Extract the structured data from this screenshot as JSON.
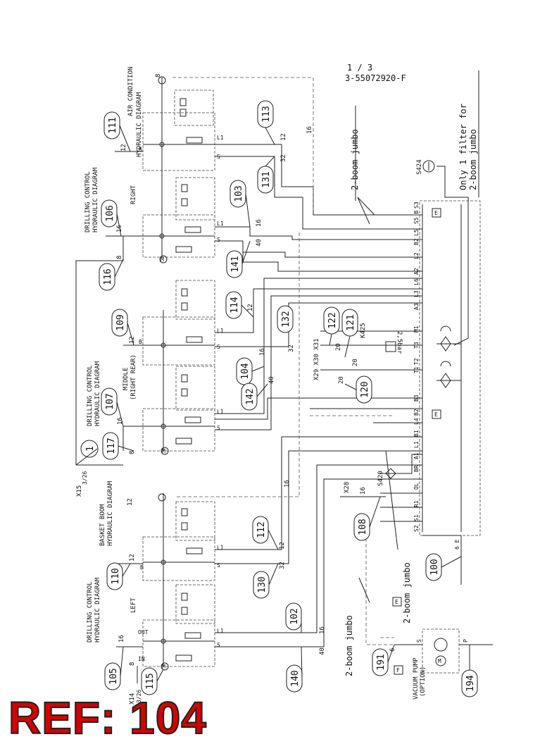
{
  "header": {
    "sheet": "1 / 3",
    "drawing_number": "3-55072920-F"
  },
  "notes": {
    "filter_line1": "Only 1 filter for",
    "filter_line2": "2-boom jumbo",
    "jumbo_top": "2-boom jumbo",
    "jumbo_bottom_a": "2-boom jumbo",
    "jumbo_bottom_b": "2-boom jumbo"
  },
  "sections": {
    "air_condition_1": "AIR CONDITION",
    "air_condition_2": "HYDRAULIC DIAGRAM",
    "drill_right_1": "DRILLING CONTROL",
    "drill_right_2": "HYDRAULIC DIAGRAM",
    "right": "RIGHT",
    "drill_middle_1": "DRILLING CONTROL",
    "drill_middle_2": "HYDRAULIC DIAGRAM",
    "middle": "MIDDLE",
    "right_rear": "(RIGHT REAR)",
    "basket_1": "BASKET BOOM",
    "basket_2": "HYDRAULIC DIAGRAM",
    "drill_left_1": "DRILLING CONTROL",
    "drill_left_2": "HYDRAULIC DIAGRAM",
    "left": "LEFT",
    "vacuum_1": "VACUUM PUMP",
    "vacuum_2": "(OPTION)"
  },
  "labels": {
    "x15": "X15",
    "x15_sub": "3/26",
    "x14": "X14",
    "x14_sub": "3/26",
    "x28": "X28",
    "x29": "X29 X30 X31",
    "k425": "K425",
    "bar": "2,5bar",
    "s424": "S424",
    "s420": "S420"
  },
  "bubbles": [
    {
      "id": "b111",
      "text": "111"
    },
    {
      "id": "b113",
      "text": "113"
    },
    {
      "id": "b131",
      "text": "131"
    },
    {
      "id": "b106",
      "text": "106"
    },
    {
      "id": "b103",
      "text": "103"
    },
    {
      "id": "b116",
      "text": "116"
    },
    {
      "id": "b141",
      "text": "141"
    },
    {
      "id": "b109",
      "text": "109"
    },
    {
      "id": "b114",
      "text": "114"
    },
    {
      "id": "b132",
      "text": "132"
    },
    {
      "id": "b122",
      "text": "122"
    },
    {
      "id": "b121",
      "text": "121"
    },
    {
      "id": "b107",
      "text": "107"
    },
    {
      "id": "b104",
      "text": "104"
    },
    {
      "id": "b142",
      "text": "142"
    },
    {
      "id": "b120",
      "text": "120"
    },
    {
      "id": "b117",
      "text": "117"
    },
    {
      "id": "b1",
      "text": "1"
    },
    {
      "id": "b112",
      "text": "112"
    },
    {
      "id": "b108",
      "text": "108"
    },
    {
      "id": "b110",
      "text": "110"
    },
    {
      "id": "b130",
      "text": "130"
    },
    {
      "id": "b100",
      "text": "100"
    },
    {
      "id": "b102",
      "text": "102"
    },
    {
      "id": "b105",
      "text": "105"
    },
    {
      "id": "b115",
      "text": "115"
    },
    {
      "id": "b140",
      "text": "140"
    },
    {
      "id": "b191",
      "text": "191"
    },
    {
      "id": "b194",
      "text": "194"
    }
  ],
  "ref_label": "REF: 104"
}
